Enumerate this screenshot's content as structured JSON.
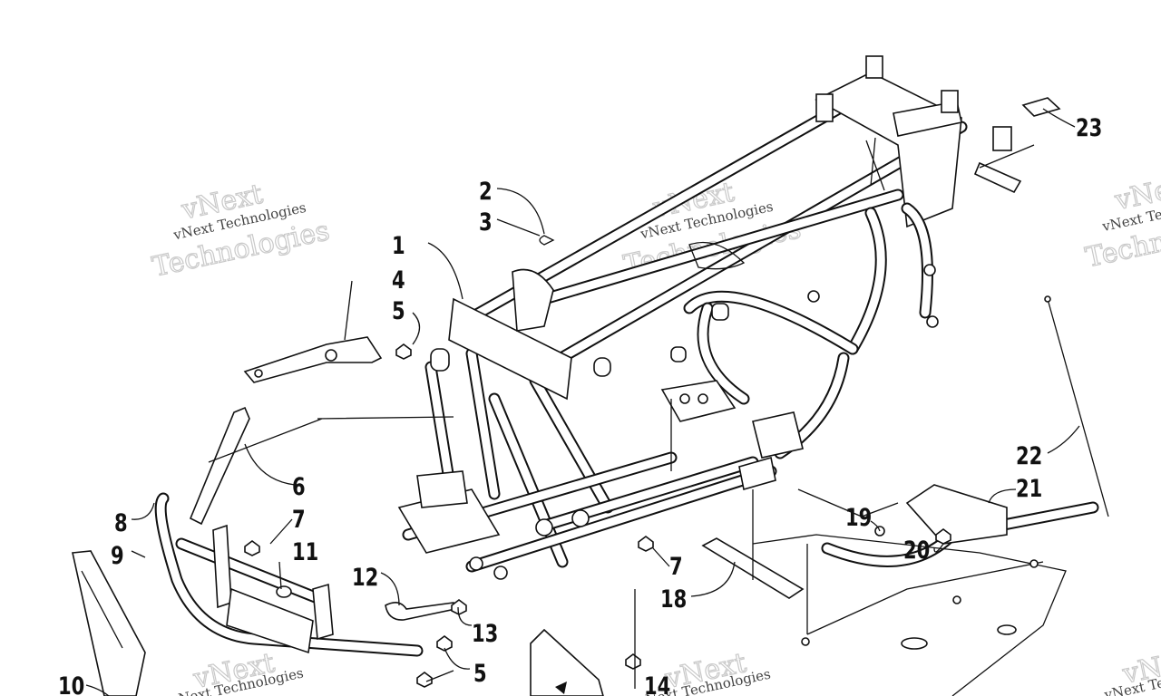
{
  "diagram": {
    "callouts": [
      {
        "id": "c1",
        "label": "1"
      },
      {
        "id": "c2",
        "label": "2"
      },
      {
        "id": "c3",
        "label": "3"
      },
      {
        "id": "c4",
        "label": "4"
      },
      {
        "id": "c5a",
        "label": "5"
      },
      {
        "id": "c6",
        "label": "6"
      },
      {
        "id": "c7a",
        "label": "7"
      },
      {
        "id": "c8",
        "label": "8"
      },
      {
        "id": "c9",
        "label": "9"
      },
      {
        "id": "c10",
        "label": "10"
      },
      {
        "id": "c11",
        "label": "11"
      },
      {
        "id": "c12",
        "label": "12"
      },
      {
        "id": "c13",
        "label": "13"
      },
      {
        "id": "c5b",
        "label": "5"
      },
      {
        "id": "c14",
        "label": "14"
      },
      {
        "id": "c7b",
        "label": "7"
      },
      {
        "id": "c18",
        "label": "18"
      },
      {
        "id": "c19",
        "label": "19"
      },
      {
        "id": "c20",
        "label": "20"
      },
      {
        "id": "c21",
        "label": "21"
      },
      {
        "id": "c22",
        "label": "22"
      },
      {
        "id": "c23",
        "label": "23"
      }
    ],
    "watermark": {
      "brand": "vNext",
      "company": "vNext Technologies",
      "word": "Technologies"
    }
  }
}
